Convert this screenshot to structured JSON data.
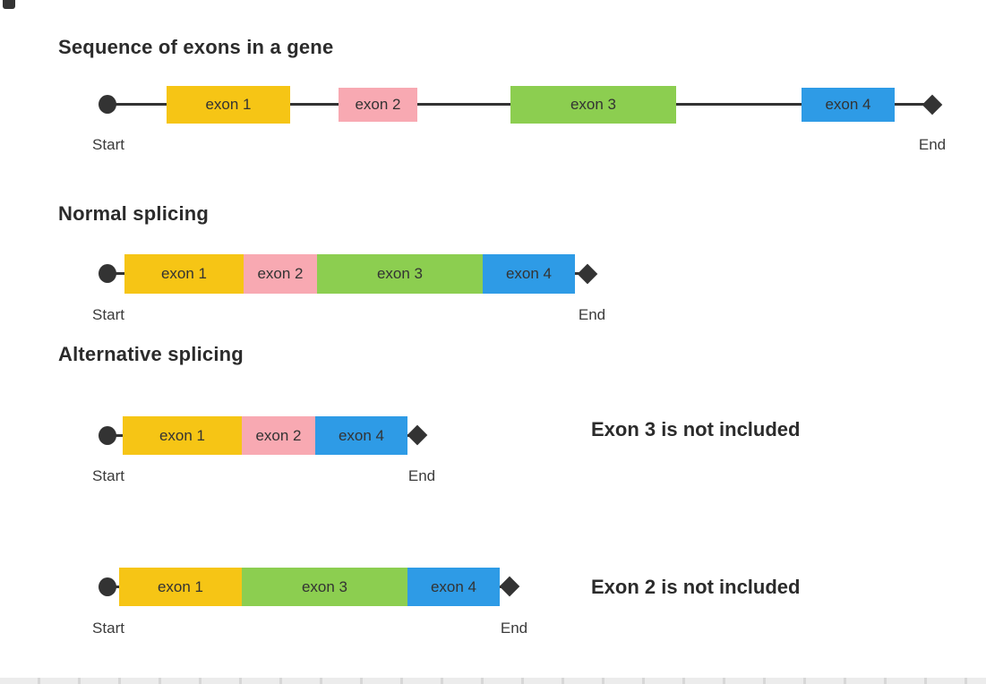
{
  "palette": {
    "exon1": "#F6C515",
    "exon2": "#F8A9B2",
    "exon3": "#8CCE50",
    "exon4": "#2E9BE6",
    "marker": "#333333",
    "line": "#333333",
    "title_text": "#2b2b2b",
    "label_text": "#3b3b3b"
  },
  "labels": {
    "start": "Start",
    "end": "End"
  },
  "exon_labels": {
    "exon1": "exon 1",
    "exon2": "exon 2",
    "exon3": "exon 3",
    "exon4": "exon 4"
  },
  "sections": {
    "gene": {
      "title": "Sequence of exons in a gene",
      "exons": [
        "exon 1",
        "exon 2",
        "exon 3",
        "exon 4"
      ]
    },
    "normal": {
      "title": "Normal splicing",
      "exons": [
        "exon 1",
        "exon 2",
        "exon 3",
        "exon 4"
      ]
    },
    "alternative": {
      "title": "Alternative splicing",
      "variants": [
        {
          "exons": [
            "exon 1",
            "exon 2",
            "exon 4"
          ],
          "note": "Exon 3 is not included"
        },
        {
          "exons": [
            "exon 1",
            "exon 3",
            "exon 4"
          ],
          "note": "Exon 2 is not included"
        }
      ]
    }
  }
}
